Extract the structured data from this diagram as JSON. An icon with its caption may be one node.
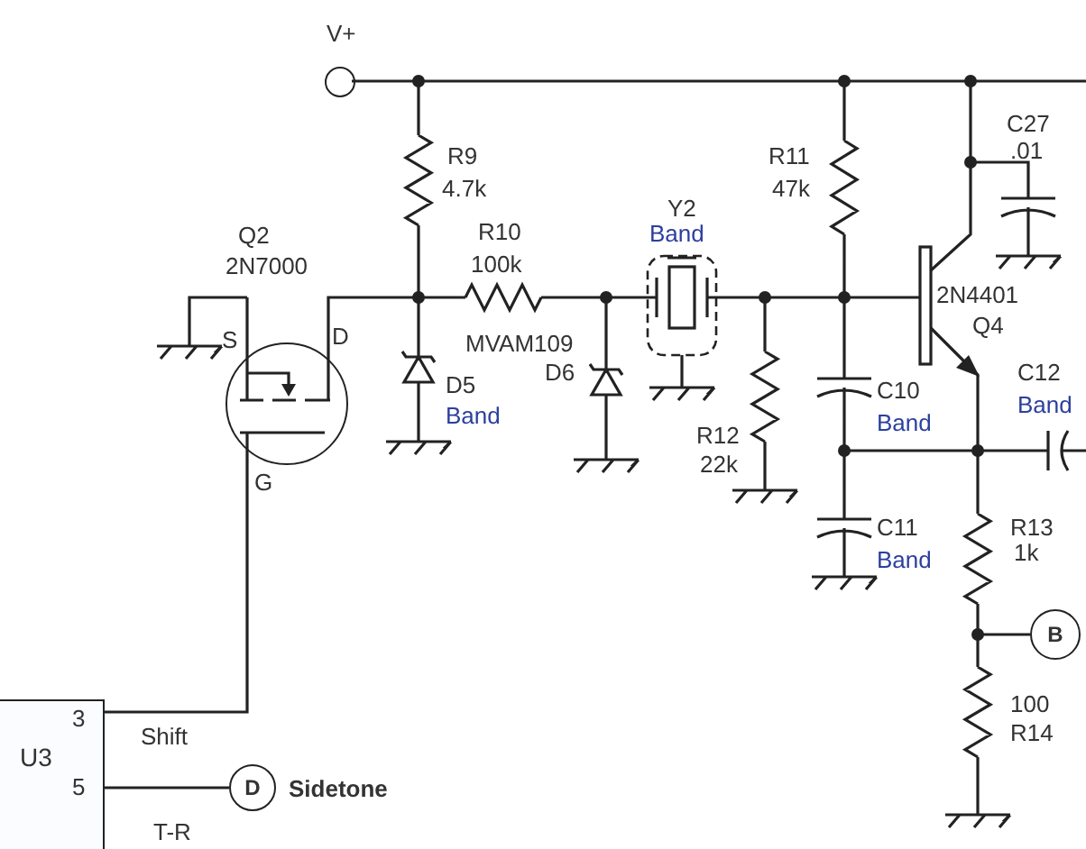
{
  "diagram": {
    "nodes": [
      {
        "text": [
          "V+"
        ]
      },
      {
        "text": [
          "Q2",
          "2N7000"
        ]
      },
      {
        "text": [
          "U3"
        ]
      },
      {
        "text": [
          "D"
        ],
        "beside": [
          "Sidetone"
        ]
      },
      {
        "text": [
          "B"
        ]
      }
    ],
    "edges": [
      {
        "from": 2,
        "to": 1,
        "arrow": "none",
        "label": "Shift"
      },
      {
        "from": 2,
        "to": 3,
        "arrow": "none"
      }
    ],
    "labels": [
      "C27",
      "R9",
      "R11",
      ".01",
      "4.7k",
      "47k",
      "Y2",
      "R10",
      "Band",
      "100k",
      "2N4401",
      "S",
      "D",
      "MVAM109",
      "Q4",
      "D6",
      "C12",
      "D5",
      "C10",
      "Band",
      "Band",
      "Band",
      "R12",
      "22k",
      "G",
      "C11",
      "R13",
      "Band",
      "1k",
      "3",
      "100",
      "R14",
      "5",
      "T-R"
    ]
  }
}
